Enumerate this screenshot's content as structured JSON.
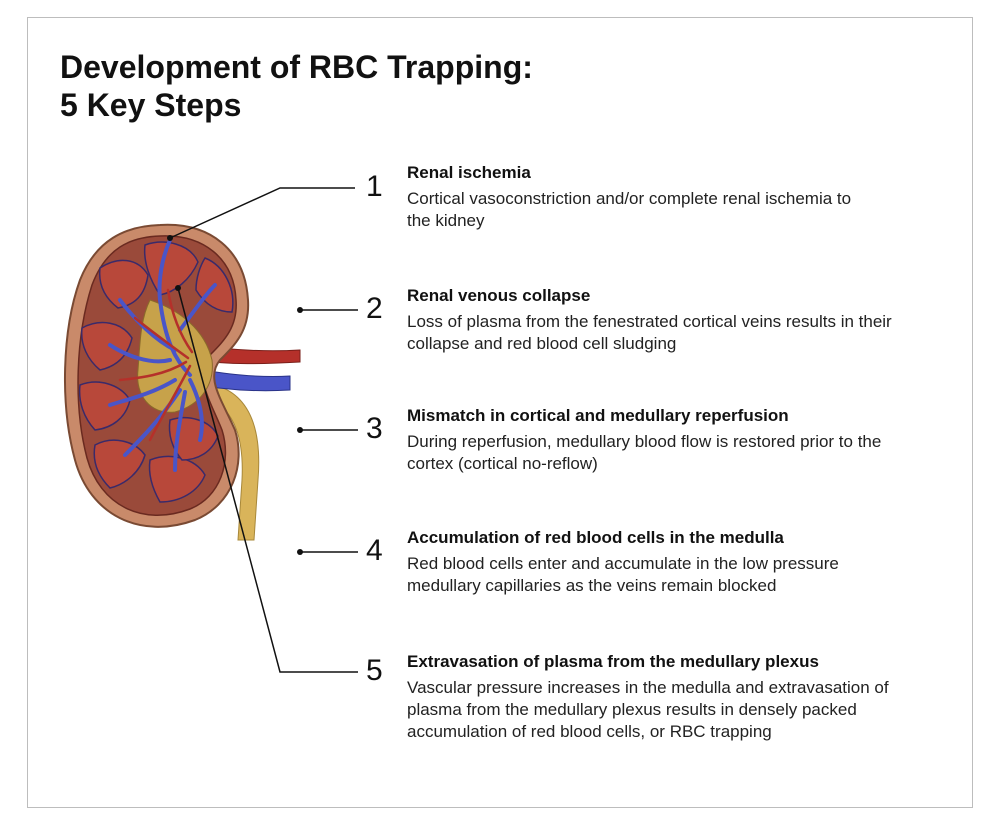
{
  "title": {
    "line1": "Development of RBC Trapping:",
    "line2": "5 Key Steps"
  },
  "steps": [
    {
      "number": "1",
      "heading": "Renal ischemia",
      "text": "Cortical vasoconstriction and/or complete renal ischemia to the kidney"
    },
    {
      "number": "2",
      "heading": "Renal venous collapse",
      "text": "Loss of plasma from the fenestrated cortical veins results in their collapse and red blood cell sludging"
    },
    {
      "number": "3",
      "heading": "Mismatch in cortical and medullary reperfusion",
      "text": "During reperfusion, medullary blood flow is restored prior to the cortex (cortical no-reflow)"
    },
    {
      "number": "4",
      "heading": "Accumulation of red blood cells in the medulla",
      "text": "Red blood cells enter and accumulate in the low pressure medullary capillaries as the veins remain blocked"
    },
    {
      "number": "5",
      "heading": "Extravasation of plasma from the medullary plexus",
      "text": "Vascular pressure increases in the medulla and extravasation of plasma from the medullary plexus results in densely packed accumulation of red blood cells, or RBC trapping"
    }
  ],
  "colors": {
    "capsule": "#c98a6a",
    "cortex": "#9a4a3a",
    "pyramid": "#b8483a",
    "vein": "#4a55c8",
    "artery": "#b5302a",
    "ureter": "#d9b45a",
    "leader": "#111111"
  }
}
